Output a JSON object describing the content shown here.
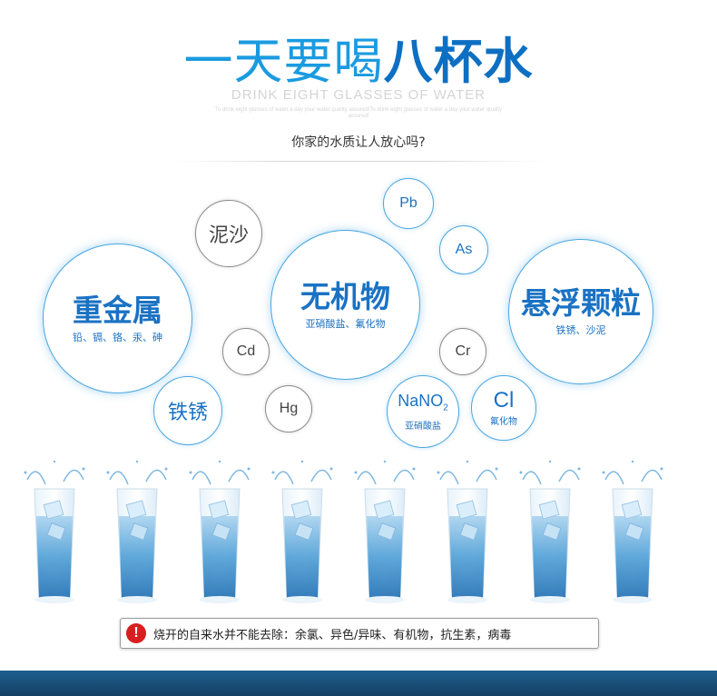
{
  "header": {
    "title_light": "一天要喝",
    "title_bold": "八杯水",
    "subtitle_en": "DRINK EIGHT GLASSES OF WATER",
    "tiny_text": "To drink eight glasses of water a day your water quality assured!To drink eight glasses of water a day your water quality assured!",
    "question": "你家的水质让人放心吗?"
  },
  "bubbles": {
    "heavy_metal": {
      "title": "重金属",
      "sub": "铅、镉、铬、汞、砷"
    },
    "inorganic": {
      "title": "无机物",
      "sub": "亚硝酸盐、氟化物"
    },
    "particles": {
      "title": "悬浮颗粒",
      "sub": "铁锈、沙泥"
    },
    "mud": "泥沙",
    "rust": "铁锈",
    "pb": "Pb",
    "as": "As",
    "cd": "Cd",
    "hg": "Hg",
    "cr": "Cr",
    "nano2": {
      "formula": "NaNO",
      "subscript": "2",
      "sub": "亚硝酸盐"
    },
    "cl": {
      "symbol": "Cl",
      "sub": "氟化物"
    }
  },
  "notice": {
    "icon": "exclamation-icon",
    "mark": "!",
    "text": "烧开的自来水并不能去除：余氯、异色/异味、有机物，抗生素，病毒"
  },
  "colors": {
    "title_light": "#1a9be0",
    "title_bold": "#0d6fc2",
    "circle_border": "#4aa6e0",
    "warning": "#d81e1e",
    "footer": "#1f5f8f"
  }
}
